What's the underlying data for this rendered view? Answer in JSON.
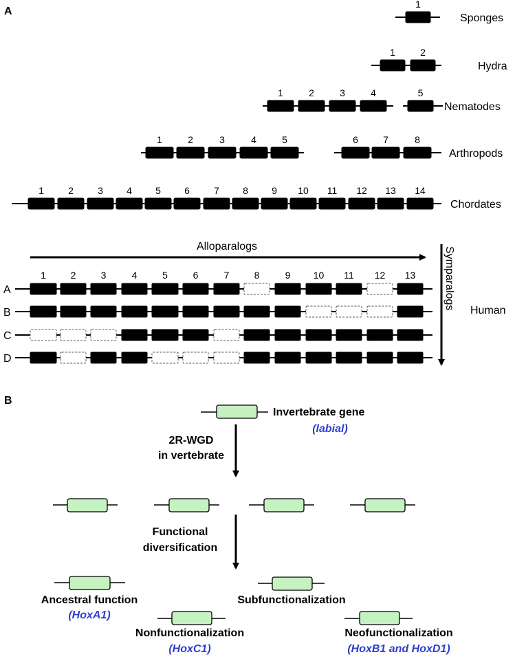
{
  "panel_a": {
    "label": "A",
    "rows": [
      {
        "organism": "Sponges",
        "numbers": [
          "1"
        ]
      },
      {
        "organism": "Hydra",
        "numbers": [
          "1",
          "2"
        ]
      },
      {
        "organism": "Nematodes",
        "numbers": [
          "1",
          "2",
          "3",
          "4",
          "5"
        ]
      },
      {
        "organism": "Arthropods",
        "numbers": [
          "1",
          "2",
          "3",
          "4",
          "5",
          "6",
          "7",
          "8"
        ]
      },
      {
        "organism": "Chordates",
        "numbers": [
          "1",
          "2",
          "3",
          "4",
          "5",
          "6",
          "7",
          "8",
          "9",
          "10",
          "11",
          "12",
          "13",
          "14"
        ]
      }
    ],
    "human": {
      "label": "Human",
      "alloparalogs_label": "Alloparalogs",
      "sympparalogs_label": "Symparalogs",
      "columns": [
        "1",
        "2",
        "3",
        "4",
        "5",
        "6",
        "7",
        "8",
        "9",
        "10",
        "11",
        "12",
        "13"
      ],
      "clusters": [
        {
          "name": "A",
          "present": [
            1,
            1,
            1,
            1,
            1,
            1,
            1,
            0,
            1,
            1,
            1,
            0,
            1
          ]
        },
        {
          "name": "B",
          "present": [
            1,
            1,
            1,
            1,
            1,
            1,
            1,
            1,
            1,
            0,
            0,
            0,
            1
          ]
        },
        {
          "name": "C",
          "present": [
            0,
            0,
            0,
            1,
            1,
            1,
            0,
            1,
            1,
            1,
            1,
            1,
            1
          ]
        },
        {
          "name": "D",
          "present": [
            1,
            0,
            1,
            1,
            0,
            0,
            0,
            1,
            1,
            1,
            1,
            1,
            1
          ]
        }
      ]
    }
  },
  "panel_b": {
    "label": "B",
    "invertebrate_gene": "Invertebrate gene",
    "invertebrate_gene_example": "(labial)",
    "wgd_line1": "2R-WGD",
    "wgd_line2": "in vertebrate",
    "diversification_line1": "Functional",
    "diversification_line2": "diversification",
    "outcomes": {
      "ancestral": {
        "label": "Ancestral function",
        "example": "(HoxA1)"
      },
      "subfunctionalization": {
        "label": "Subfunctionalization"
      },
      "nonfunctionalization": {
        "label": "Nonfunctionalization",
        "example": "(HoxC1)"
      },
      "neofunctionalization": {
        "label": "Neofunctionalization",
        "example": "(HoxB1 and HoxD1)"
      }
    }
  },
  "colors": {
    "gene_fill": "#000000",
    "missing_gene_stroke": "#555555",
    "green_gene_fill": "#c6f1c0",
    "example_text": "#2b3fd0"
  }
}
